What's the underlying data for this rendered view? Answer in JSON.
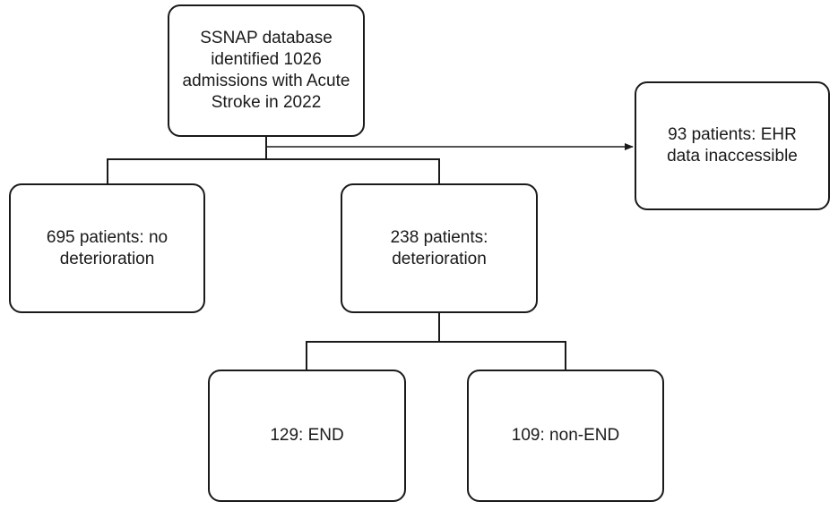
{
  "nodes": {
    "ssnap": "SSNAP database identified 1026 admissions with Acute Stroke in 2022",
    "ehr_inaccessible": "93 patients: EHR data inaccessible",
    "no_deterioration": "695 patients: no deterioration",
    "deterioration": "238 patients: deterioration",
    "end": "129: END",
    "non_end": "109: non-END"
  },
  "edges": [
    {
      "from": "ssnap",
      "to": "ehr_inaccessible",
      "arrow": true
    },
    {
      "from": "ssnap",
      "to": "no_deterioration",
      "arrow": false
    },
    {
      "from": "ssnap",
      "to": "deterioration",
      "arrow": false
    },
    {
      "from": "deterioration",
      "to": "end",
      "arrow": false
    },
    {
      "from": "deterioration",
      "to": "non_end",
      "arrow": false
    }
  ],
  "colors": {
    "line": "#1a1a1a",
    "box_border": "#1a1a1a",
    "background": "#ffffff"
  }
}
